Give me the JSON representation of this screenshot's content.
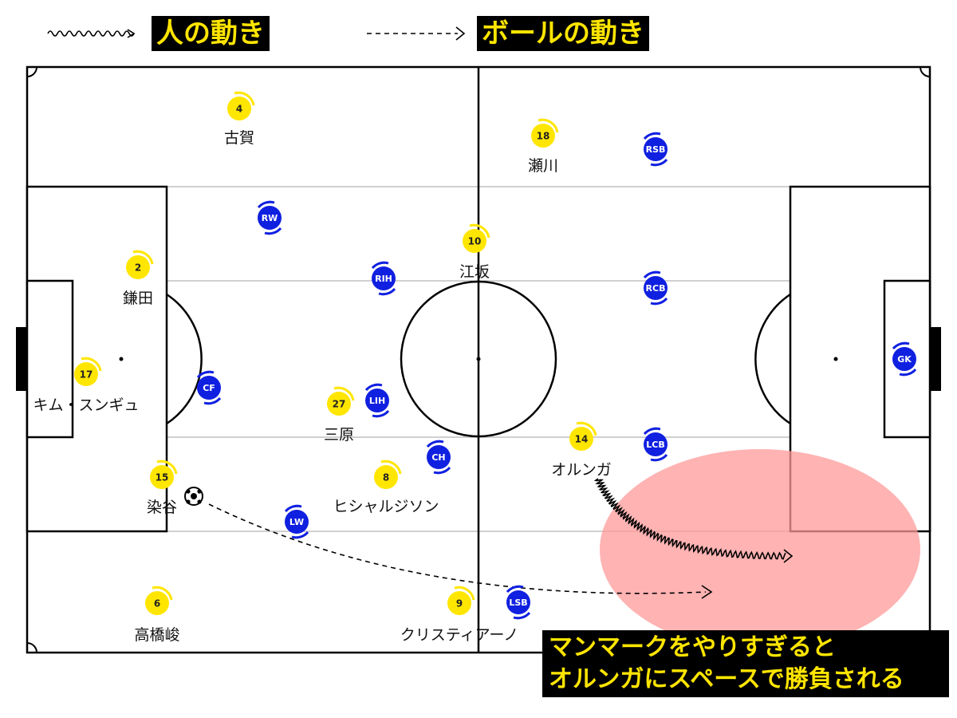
{
  "legend": {
    "person_movement": "人の動き",
    "ball_movement": "ボールの動き"
  },
  "note": {
    "line1": "マンマークをやりすぎると",
    "line2": "オルンガにスペースで勝負される"
  },
  "colors": {
    "yellow_team": "#ffe600",
    "blue_team": "#1020e0",
    "highlight": "#ff9a9a",
    "label_bg": "#000000",
    "label_text": "#ffe500"
  },
  "yellow_players": [
    {
      "number": "4",
      "name": "古賀"
    },
    {
      "number": "18",
      "name": "瀬川"
    },
    {
      "number": "10",
      "name": "江坂"
    },
    {
      "number": "2",
      "name": "鎌田"
    },
    {
      "number": "17",
      "name": "キム・スンギュ"
    },
    {
      "number": "27",
      "name": "三原"
    },
    {
      "number": "14",
      "name": "オルンガ"
    },
    {
      "number": "15",
      "name": "染谷"
    },
    {
      "number": "8",
      "name": "ヒシャルジソン"
    },
    {
      "number": "6",
      "name": "高橋峻"
    },
    {
      "number": "9",
      "name": "クリスティアーノ"
    }
  ],
  "blue_players": [
    {
      "label": "RSB"
    },
    {
      "label": "RW"
    },
    {
      "label": "RIH"
    },
    {
      "label": "RCB"
    },
    {
      "label": "GK"
    },
    {
      "label": "CF"
    },
    {
      "label": "LIH"
    },
    {
      "label": "LCB"
    },
    {
      "label": "CH"
    },
    {
      "label": "LW"
    },
    {
      "label": "LSB"
    }
  ]
}
